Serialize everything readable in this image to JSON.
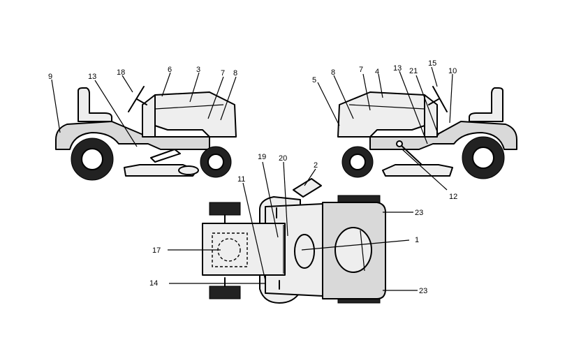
{
  "callouts": {
    "left_view": [
      "9",
      "13",
      "18",
      "6",
      "3",
      "7",
      "8"
    ],
    "right_view": [
      "5",
      "8",
      "7",
      "4",
      "13",
      "21",
      "15",
      "10",
      "12"
    ],
    "top_view": [
      "19",
      "20",
      "2",
      "11",
      "23",
      "17",
      "1",
      "14",
      "23"
    ]
  }
}
